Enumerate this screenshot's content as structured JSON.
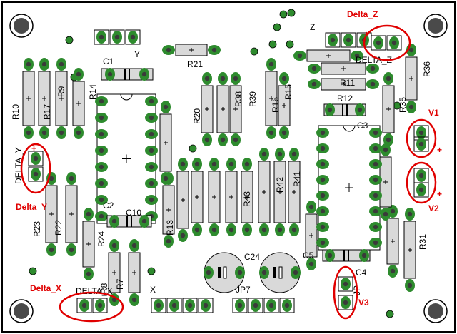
{
  "colors": {
    "board": "#ffffff",
    "silk": "#000000",
    "body": "#d9d9d9",
    "pad": "#2e8b2e",
    "drill": "#3a3a3a",
    "highlight": "#e00000"
  },
  "silk_labels": {
    "y": "Y",
    "z": "Z",
    "x": "X",
    "delta_z_silk": "DELTA_Z",
    "delta_y_silk": "DELTA_Y",
    "delta_x_silk": "DELTA_X",
    "c1": "C1",
    "c2": "C2",
    "c3": "C3",
    "c4": "C4",
    "c5": "C5",
    "c10": "C10",
    "c24": "C24",
    "r10": "R10",
    "r17": "R17",
    "r9": "R9",
    "r14": "R14",
    "r21": "R21",
    "r20": "R20",
    "r38": "R38",
    "r39": "R39",
    "r16": "R16",
    "r15": "R15",
    "r11": "R11",
    "r12": "R12",
    "r35": "R35",
    "r36": "R36",
    "r23": "R23",
    "r22": "R22",
    "r24": "R24",
    "r13": "R13",
    "r43": "R43",
    "r42": "R42",
    "r41": "R41",
    "r31": "R31",
    "r8": "R8",
    "r7": "R7",
    "jp": "JP",
    "jp7": "JP7"
  },
  "annotations": {
    "delta_z": "Delta_Z",
    "delta_y": "Delta_Y",
    "delta_x": "Delta_X",
    "v1": "V1",
    "v2": "V2",
    "v3": "V3",
    "plus": "+"
  }
}
